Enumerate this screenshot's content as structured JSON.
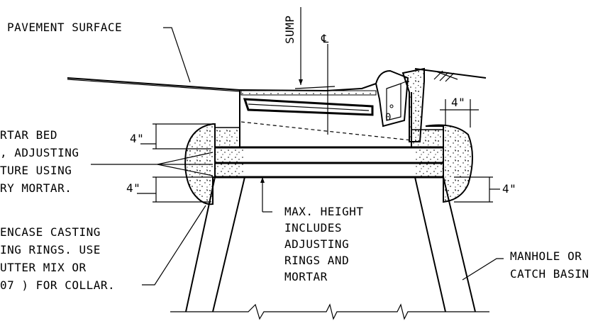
{
  "labels": {
    "pavement_surface": "PAVEMENT SURFACE",
    "sump": "SUMP",
    "centerline": "℄",
    "mortar_bed": [
      "RTAR BED",
      ", ADJUSTING",
      "TURE USING",
      "RY MORTAR."
    ],
    "max_height": [
      "MAX. HEIGHT",
      "INCLUDES",
      "ADJUSTING",
      "RINGS AND",
      "MORTAR"
    ],
    "encase_casting": [
      "ENCASE CASTING",
      "ING RINGS. USE",
      "UTTER MIX OR",
      "07 ) FOR COLLAR."
    ],
    "manhole": [
      "MANHOLE OR",
      "CATCH BASIN"
    ]
  },
  "dimensions": {
    "left_upper": "4\"",
    "left_lower": "4\"",
    "right_upper": "4\"",
    "right_lower": "4\""
  },
  "colors": {
    "line": "#000000",
    "background": "#ffffff"
  }
}
